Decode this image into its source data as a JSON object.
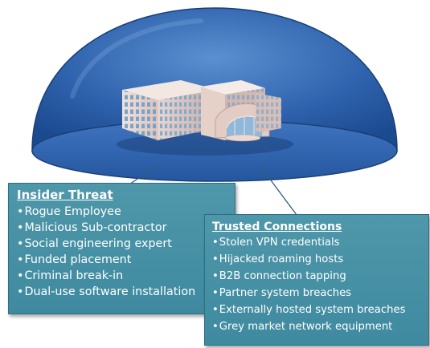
{
  "colors": {
    "dome_light": "#4a7fc4",
    "dome_dark": "#1f4f97",
    "dome_edge": "#1a3f78",
    "panel_fill": "#4a93a7",
    "text": "#ffffff"
  },
  "illustration": {
    "subject": "building-under-protective-dome",
    "icon": "office-building-icon"
  },
  "insider_threat": {
    "title": "Insider Threat",
    "bullet": "•",
    "items": [
      "Rogue Employee",
      "Malicious Sub-contractor",
      "Social engineering expert",
      "Funded placement",
      "Criminal break-in",
      "Dual-use software installation"
    ]
  },
  "trusted_connections": {
    "title": "Trusted Connections",
    "bullet": "•",
    "items": [
      "Stolen VPN credentials",
      "Hijacked roaming hosts",
      "B2B connection tapping",
      "Partner system breaches",
      "Externally hosted system breaches",
      "Grey market network equipment"
    ]
  }
}
